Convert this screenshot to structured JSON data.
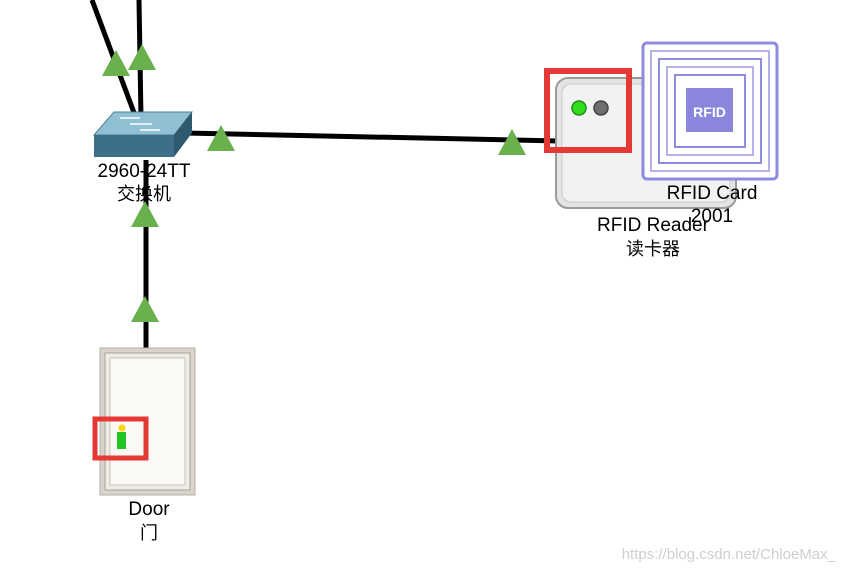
{
  "devices": {
    "switch": {
      "model": "2960-24TT",
      "name": "交换机"
    },
    "rfid_reader": {
      "model": "RFID Reader",
      "name": "读卡器"
    },
    "rfid_card": {
      "model": "RFID Card",
      "name": "2001",
      "chip_text": "RFID"
    },
    "door": {
      "model": "Door",
      "name": "门"
    }
  },
  "watermark": "https://blog.csdn.net/ChloeMax_",
  "colors": {
    "cable": "#000000",
    "link_up": "#6ab04c",
    "highlight_box": "#e53935",
    "switch_top": "#6a9fb5",
    "card_border": "#8e8be0",
    "card_chip": "#8a87dd"
  }
}
